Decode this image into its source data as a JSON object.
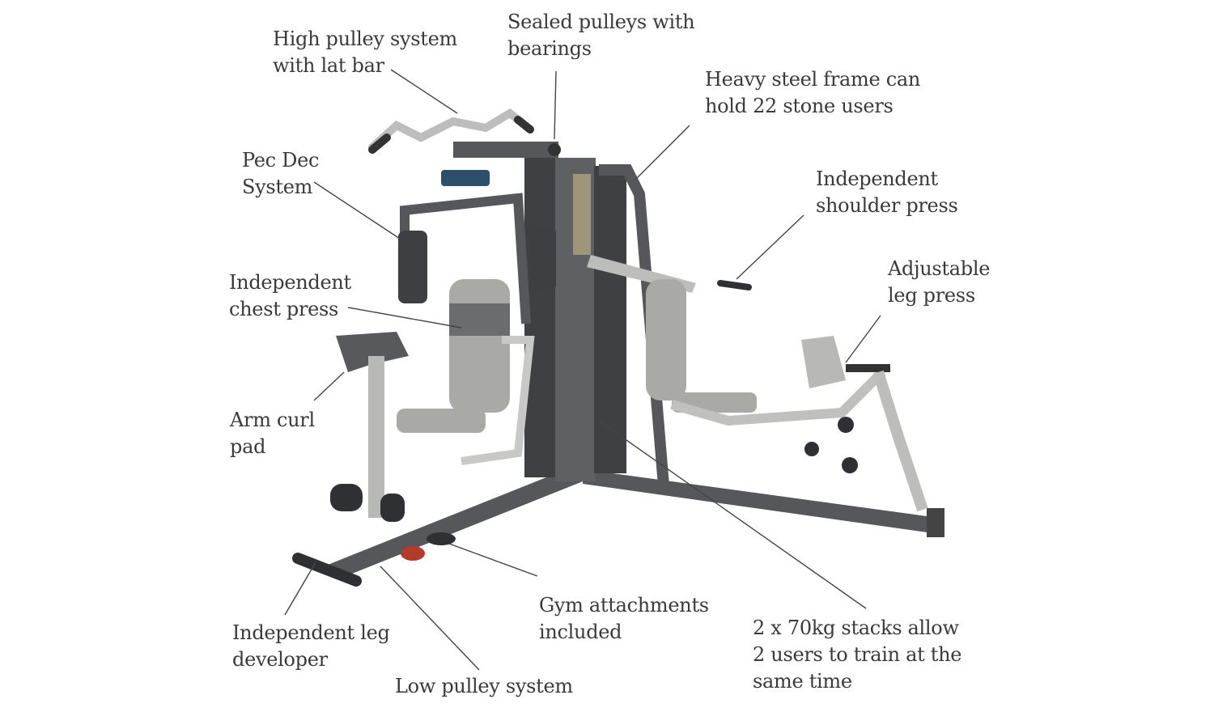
{
  "labels": {
    "high_pulley": [
      "High pulley system",
      "with lat bar"
    ],
    "sealed_pulleys": [
      "Sealed pulleys with",
      "bearings"
    ],
    "steel_frame": [
      "Heavy steel frame can",
      "hold 22 stone users"
    ],
    "pec_dec": [
      "Pec Dec",
      "System"
    ],
    "shoulder_press": [
      "Independent",
      "shoulder press"
    ],
    "leg_press": [
      "Adjustable",
      "leg press"
    ],
    "chest_press": [
      "Independent",
      "chest press"
    ],
    "arm_curl": [
      "Arm curl",
      "pad"
    ],
    "leg_developer": [
      "Independent leg",
      "developer"
    ],
    "low_pulley": [
      "Low pulley system"
    ],
    "attachments": [
      "Gym attachments",
      "included"
    ],
    "stacks": [
      "2 x 70kg stacks allow",
      "2 users to train at the",
      "same time"
    ]
  },
  "colors": {
    "frame": "#55575b",
    "light_frame": "#b9b9b7",
    "pad": "#a9aaa6",
    "dark_pad": "#4a4b4e",
    "text": "#3a3a3a",
    "line": "#444444"
  }
}
